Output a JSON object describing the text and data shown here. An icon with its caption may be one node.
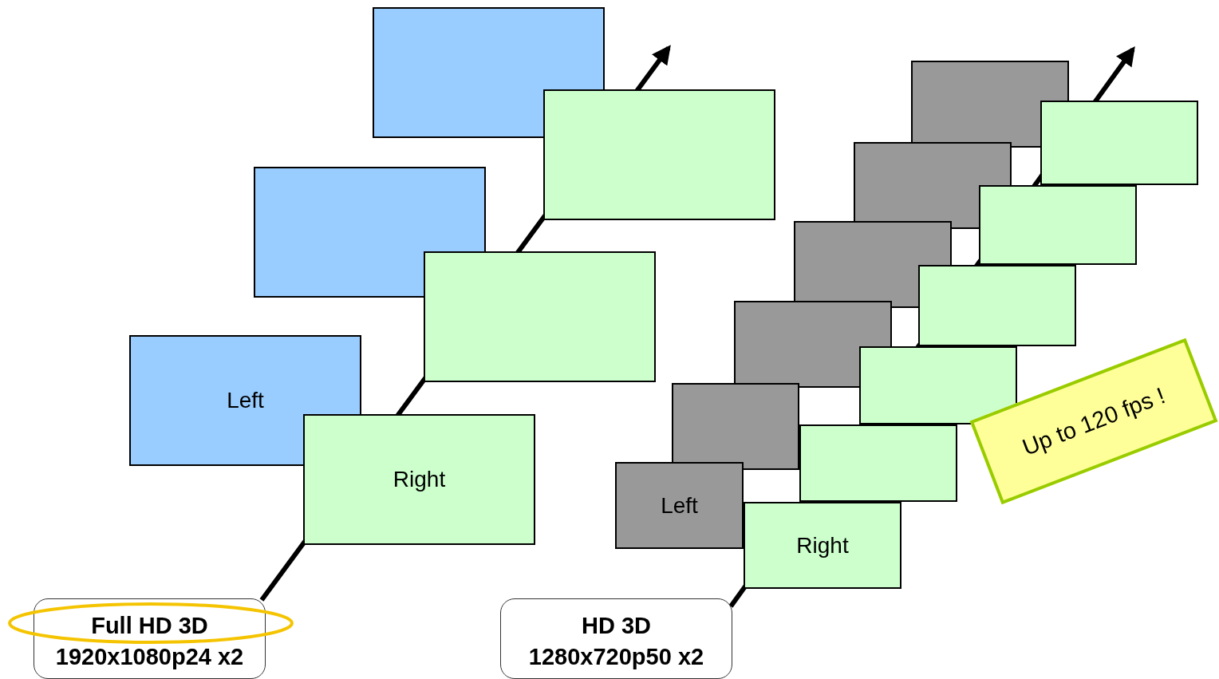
{
  "diagram": {
    "nodes": [
      {
        "text": [],
        "shape": "box"
      },
      {
        "text": [],
        "shape": "box"
      },
      {
        "text": [
          "Left"
        ]
      },
      {
        "text": [],
        "shape": "box"
      },
      {
        "text": [],
        "shape": "box"
      },
      {
        "text": [
          "Right"
        ]
      },
      {
        "text": [
          "Full HD 3D",
          "1920x1080p24 x2"
        ]
      },
      {
        "text": [],
        "shape": "box"
      },
      {
        "text": [],
        "shape": "box"
      },
      {
        "text": [],
        "shape": "box"
      },
      {
        "text": [],
        "shape": "box"
      },
      {
        "text": [],
        "shape": "box"
      },
      {
        "text": [
          "Left"
        ]
      },
      {
        "text": [],
        "shape": "box"
      },
      {
        "text": [],
        "shape": "box"
      },
      {
        "text": [],
        "shape": "box"
      },
      {
        "text": [],
        "shape": "box"
      },
      {
        "text": [],
        "shape": "box"
      },
      {
        "text": [
          "Right"
        ]
      },
      {
        "text": [
          "HD 3D",
          "1280x720p50 x2"
        ]
      },
      {
        "text": [
          "Up to 120 fps !"
        ]
      }
    ],
    "edges": [
      {
        "from": 6,
        "to": null,
        "arrow": "to"
      },
      {
        "from": 19,
        "to": null,
        "arrow": "to"
      }
    ]
  }
}
